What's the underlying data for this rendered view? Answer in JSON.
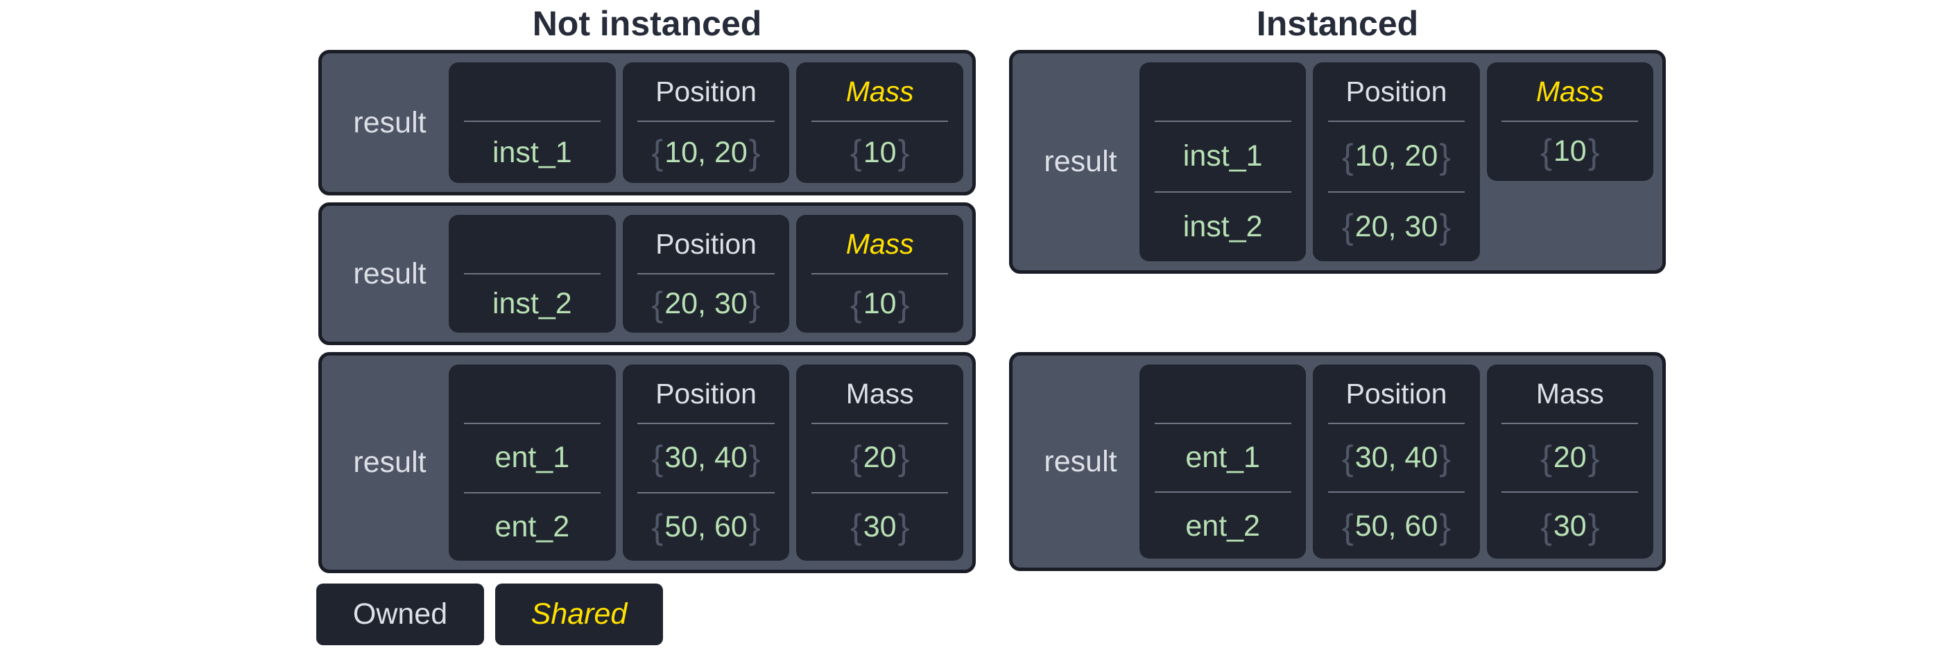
{
  "syntax": {
    "open_brace": "{",
    "close_brace": "}"
  },
  "colors": {
    "background": "#ffffff",
    "title_text": "#262c39",
    "table_background": "#4d5464",
    "table_border": "#1a1d26",
    "cell_background": "#20242e",
    "divider": "#6e7483",
    "light_text": "#dde0e6",
    "entity_green": "#b7e0b4",
    "shared_yellow": "#ffe000",
    "brace_gray": "#505768"
  },
  "legend": {
    "owned": {
      "label": "Owned"
    },
    "shared": {
      "label": "Shared"
    }
  },
  "sections": [
    {
      "id": "not-instanced",
      "title": "Not instanced",
      "tables": [
        {
          "row_label": "result",
          "rows": 1,
          "columns": [
            {
              "name": "entity",
              "header": "",
              "shared": false,
              "short": false,
              "values": [
                {
                  "text": "inst_1",
                  "braced": false
                }
              ]
            },
            {
              "name": "position",
              "header": "Position",
              "shared": false,
              "short": false,
              "values": [
                {
                  "text": "10, 20",
                  "braced": true
                }
              ]
            },
            {
              "name": "mass",
              "header": "Mass",
              "shared": true,
              "short": false,
              "values": [
                {
                  "text": "10",
                  "braced": true
                }
              ]
            }
          ]
        },
        {
          "row_label": "result",
          "rows": 1,
          "columns": [
            {
              "name": "entity",
              "header": "",
              "shared": false,
              "short": false,
              "values": [
                {
                  "text": "inst_2",
                  "braced": false
                }
              ]
            },
            {
              "name": "position",
              "header": "Position",
              "shared": false,
              "short": false,
              "values": [
                {
                  "text": "20, 30",
                  "braced": true
                }
              ]
            },
            {
              "name": "mass",
              "header": "Mass",
              "shared": true,
              "short": false,
              "values": [
                {
                  "text": "10",
                  "braced": true
                }
              ]
            }
          ]
        },
        {
          "row_label": "result",
          "rows": 2,
          "columns": [
            {
              "name": "entity",
              "header": "",
              "shared": false,
              "short": false,
              "values": [
                {
                  "text": "ent_1",
                  "braced": false
                },
                {
                  "text": "ent_2",
                  "braced": false
                }
              ]
            },
            {
              "name": "position",
              "header": "Position",
              "shared": false,
              "short": false,
              "values": [
                {
                  "text": "30, 40",
                  "braced": true
                },
                {
                  "text": "50, 60",
                  "braced": true
                }
              ]
            },
            {
              "name": "mass",
              "header": "Mass",
              "shared": false,
              "short": false,
              "values": [
                {
                  "text": "20",
                  "braced": true
                },
                {
                  "text": "30",
                  "braced": true
                }
              ]
            }
          ]
        }
      ]
    },
    {
      "id": "instanced",
      "title": "Instanced",
      "tables": [
        {
          "row_label": "result",
          "rows": 2,
          "columns": [
            {
              "name": "entity",
              "header": "",
              "shared": false,
              "short": false,
              "values": [
                {
                  "text": "inst_1",
                  "braced": false
                },
                {
                  "text": "inst_2",
                  "braced": false
                }
              ]
            },
            {
              "name": "position",
              "header": "Position",
              "shared": false,
              "short": false,
              "values": [
                {
                  "text": "10, 20",
                  "braced": true
                },
                {
                  "text": "20, 30",
                  "braced": true
                }
              ]
            },
            {
              "name": "mass",
              "header": "Mass",
              "shared": true,
              "short": true,
              "values": [
                {
                  "text": "10",
                  "braced": true
                }
              ]
            }
          ]
        },
        {
          "row_label": "result",
          "rows": 2,
          "columns": [
            {
              "name": "entity",
              "header": "",
              "shared": false,
              "short": false,
              "values": [
                {
                  "text": "ent_1",
                  "braced": false
                },
                {
                  "text": "ent_2",
                  "braced": false
                }
              ]
            },
            {
              "name": "position",
              "header": "Position",
              "shared": false,
              "short": false,
              "values": [
                {
                  "text": "30, 40",
                  "braced": true
                },
                {
                  "text": "50, 60",
                  "braced": true
                }
              ]
            },
            {
              "name": "mass",
              "header": "Mass",
              "shared": false,
              "short": false,
              "values": [
                {
                  "text": "20",
                  "braced": true
                },
                {
                  "text": "30",
                  "braced": true
                }
              ]
            }
          ]
        }
      ]
    }
  ]
}
